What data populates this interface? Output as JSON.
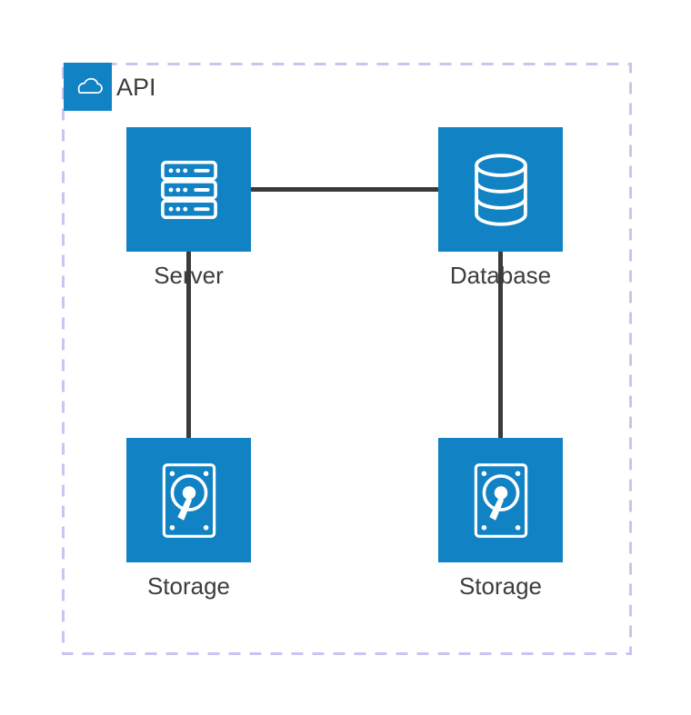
{
  "diagram": {
    "boundary": {
      "label": "API",
      "icon": "cloud-icon"
    },
    "nodes": [
      {
        "id": "server",
        "label": "Server",
        "icon": "server-icon"
      },
      {
        "id": "database",
        "label": "Database",
        "icon": "database-icon"
      },
      {
        "id": "storage-1",
        "label": "Storage",
        "icon": "storage-icon"
      },
      {
        "id": "storage-2",
        "label": "Storage",
        "icon": "storage-icon"
      }
    ],
    "edges": [
      {
        "from": "server",
        "to": "database"
      },
      {
        "from": "server",
        "to": "storage-1"
      },
      {
        "from": "database",
        "to": "storage-2"
      }
    ],
    "colors": {
      "node_fill": "#1182C4",
      "boundary_dash": "#C8C5F2",
      "connector": "#3A3A3A",
      "label_text": "#3D3D3D",
      "icon_stroke": "#FFFFFF",
      "background": "#FFFFFF"
    }
  }
}
